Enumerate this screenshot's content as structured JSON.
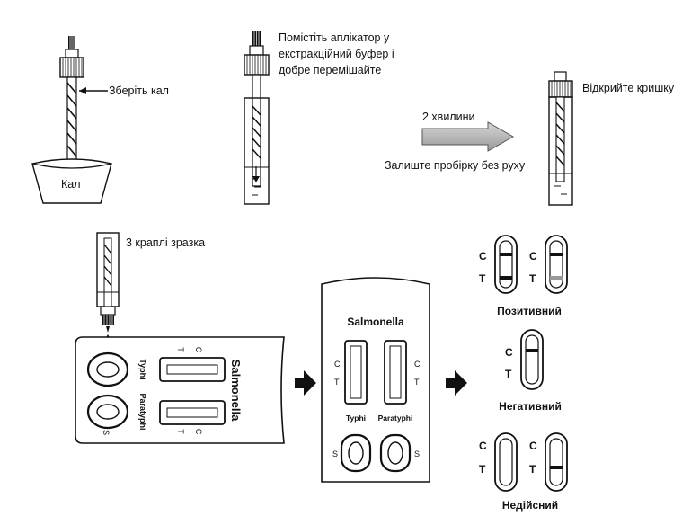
{
  "step1": {
    "instruction": "Зберіть кал",
    "container_label": "Кал"
  },
  "step2": {
    "instruction_lines": [
      "Помістіть аплікатор у",
      "екстракційний буфер і",
      "добре перемішайте"
    ]
  },
  "step3": {
    "time_label": "2 хвилини",
    "wait_label": "Залиште пробірку без руху"
  },
  "step4": {
    "instruction": "Відкрийте кришку"
  },
  "step5": {
    "instruction": "3 краплі зразка"
  },
  "cassette": {
    "brand": "Salmonella",
    "channel_typhi": "Typhi",
    "channel_paratyphi": "Paratyphi",
    "letter_c": "C",
    "letter_t": "T",
    "letter_s": "S"
  },
  "results": {
    "letter_c": "C",
    "letter_t": "T",
    "positive_label": "Позитивний",
    "negative_label": "Негативний",
    "invalid_label": "Недійсний"
  }
}
